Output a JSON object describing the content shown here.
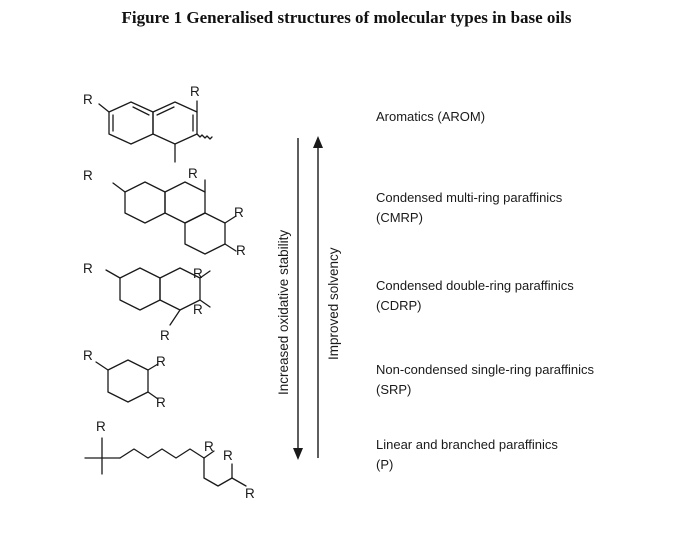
{
  "figure": {
    "title": "Figure 1 Generalised structures of molecular types in base oils"
  },
  "substituent": "R",
  "arrows": {
    "down_label": "Increased oxidative stability",
    "up_label": "Improved solvency"
  },
  "categories": [
    {
      "name": "Aromatics (AROM)",
      "lines": [
        "Aromatics (AROM)"
      ]
    },
    {
      "name": "Condensed multi-ring paraffinics (CMRP)",
      "lines": [
        "Condensed multi-ring paraffinics",
        "(CMRP)"
      ]
    },
    {
      "name": "Condensed double-ring paraffinics (CDRP)",
      "lines": [
        "Condensed double-ring paraffinics",
        "(CDRP)"
      ]
    },
    {
      "name": "Non-condensed single-ring paraffinics (SRP)",
      "lines": [
        "Non-condensed single-ring paraffinics",
        "(SRP)"
      ]
    },
    {
      "name": "Linear and branched paraffinics (P)",
      "lines": [
        "Linear and branched paraffinics",
        "(P)"
      ]
    }
  ]
}
